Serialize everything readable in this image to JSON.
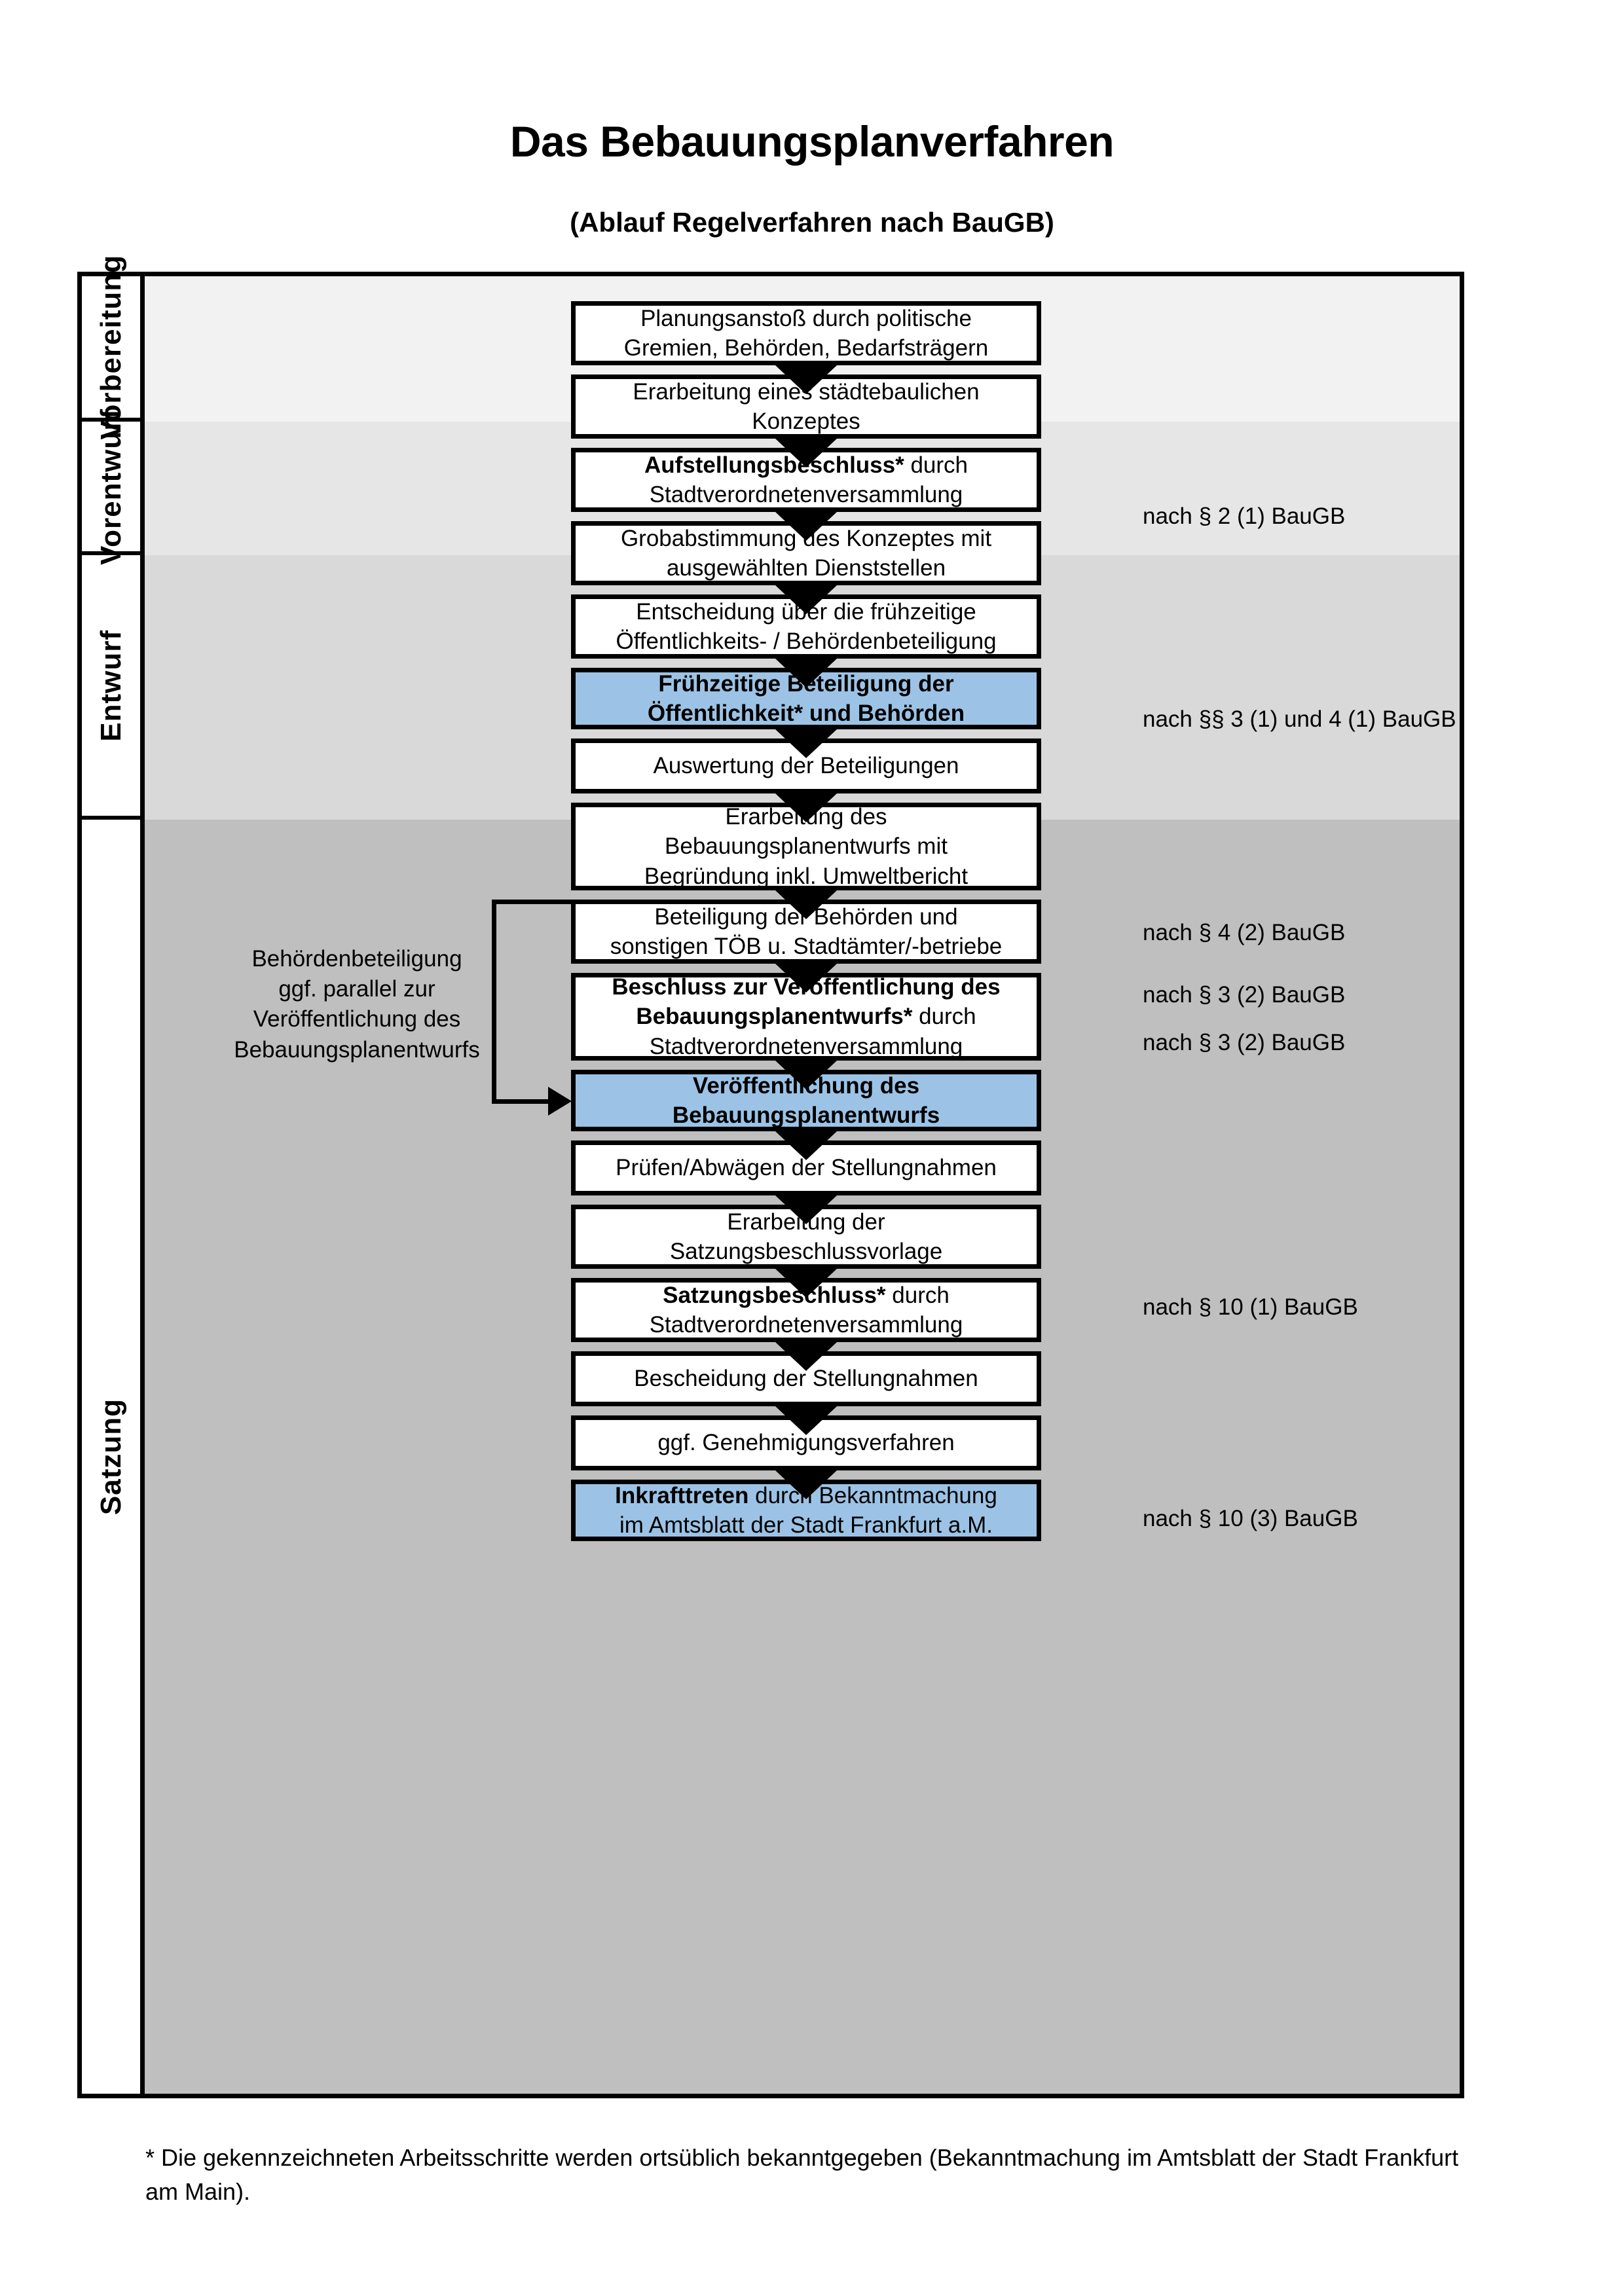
{
  "header": {
    "title": "Das Bebauungsplanverfahren",
    "subtitle": "(Ablauf Regelverfahren nach BauGB)"
  },
  "phases": [
    {
      "label": "Vorbereitung"
    },
    {
      "label": "Vorentwurf"
    },
    {
      "label": "Entwurf"
    },
    {
      "label": "Satzung"
    }
  ],
  "flow": {
    "nodes": [
      {
        "id": "planungsanstoss",
        "line1": "Planungsanstoß durch politische",
        "line2": "Gremien, Behörden, Bedarfsträgern",
        "highlight": false,
        "bold_prefix": ""
      },
      {
        "id": "staedtebauliches-konzept",
        "line1": "Erarbeitung eines städtebaulichen",
        "line2": "Konzeptes",
        "highlight": false,
        "bold_prefix": ""
      },
      {
        "id": "aufstellungsbeschluss",
        "line1": "Aufstellungsbeschluss* durch",
        "line2": "Stadtverordnetenversammlung",
        "highlight": false,
        "bold_prefix": "Aufstellungsbeschluss*"
      },
      {
        "id": "grobabstimmung",
        "line1": "Grobabstimmung des Konzeptes mit",
        "line2": "ausgewählten Dienststellen",
        "highlight": false,
        "bold_prefix": ""
      },
      {
        "id": "entscheidung-fruehzeitige",
        "line1": "Entscheidung über die frühzeitige",
        "line2": "Öffentlichkeits- / Behördenbeteiligung",
        "highlight": false,
        "bold_prefix": ""
      },
      {
        "id": "fruehzeitige-beteiligung",
        "line1": "Frühzeitige Beteiligung der",
        "line2": "Öffentlichkeit* und Behörden",
        "highlight": true,
        "bold_prefix": "all"
      },
      {
        "id": "auswertung-beteiligungen",
        "line1": "Auswertung der Beteiligungen",
        "line2": "",
        "highlight": false,
        "bold_prefix": ""
      },
      {
        "id": "erarbeitung-bplanentwurf",
        "line1": "Erarbeitung des",
        "line2": "Bebauungsplanentwurfs mit",
        "line3": "Begründung inkl. Umweltbericht",
        "highlight": false,
        "bold_prefix": ""
      },
      {
        "id": "beteiligung-behoerden-toeb",
        "line1": "Beteiligung der Behörden und",
        "line2": "sonstigen TÖB u. Stadtämter/-betriebe",
        "highlight": false,
        "bold_prefix": ""
      },
      {
        "id": "beschluss-veroeffentlichung",
        "line1": "Beschluss zur Veröffentlichung des",
        "line2": "Bebauungsplanentwurfs* durch",
        "line3": "Stadtverordnetenversammlung",
        "highlight": false,
        "bold_prefix": "Beschluss zur Veröffentlichung des Bebauungsplanentwurfs*"
      },
      {
        "id": "veroeffentlichung-bplanentwurf",
        "line1": "Veröffentlichung des",
        "line2": "Bebauungsplanentwurfs",
        "highlight": true,
        "bold_prefix": "all"
      },
      {
        "id": "pruefen-abwaegen",
        "line1": "Prüfen/Abwägen der Stellungnahmen",
        "line2": "",
        "highlight": false,
        "bold_prefix": ""
      },
      {
        "id": "satzungsbeschlussvorlage",
        "line1": "Erarbeitung der",
        "line2": "Satzungsbeschlussvorlage",
        "highlight": false,
        "bold_prefix": ""
      },
      {
        "id": "satzungsbeschluss",
        "line1": "Satzungsbeschluss* durch",
        "line2": "Stadtverordnetenversammlung",
        "highlight": false,
        "bold_prefix": "Satzungsbeschluss*"
      },
      {
        "id": "bescheidung-stellungnahmen",
        "line1": "Bescheidung der Stellungnahmen",
        "line2": "",
        "highlight": false,
        "bold_prefix": ""
      },
      {
        "id": "genehmigungsverfahren",
        "line1": "ggf. Genehmigungsverfahren",
        "line2": "",
        "highlight": false,
        "bold_prefix": ""
      },
      {
        "id": "inkrafttreten",
        "line1": "Inkrafttreten durch Bekanntmachung",
        "line2": "im Amtsblatt der Stadt Frankfurt a.M.",
        "highlight": true,
        "bold_prefix": "Inkrafttreten"
      }
    ]
  },
  "statute_notes": [
    {
      "id": "note-par2-1",
      "text": "nach § 2 (1) BauGB"
    },
    {
      "id": "note-par3-1-4-1",
      "text": "nach §§ 3 (1) und 4 (1) BauGB"
    },
    {
      "id": "note-par4-2",
      "text": "nach § 4 (2) BauGB"
    },
    {
      "id": "note-par3-2-a",
      "text": "nach § 3 (2) BauGB"
    },
    {
      "id": "note-par3-2-b",
      "text": "nach § 3 (2) BauGB"
    },
    {
      "id": "note-par10-1",
      "text": "nach § 10 (1) BauGB"
    },
    {
      "id": "note-par10-3",
      "text": "nach § 10 (3) BauGB"
    }
  ],
  "side_note": {
    "line1": "Behördenbeteiligung",
    "line2": "ggf. parallel zur",
    "line3": "Veröffentlichung des",
    "line4": "Bebauungsplanentwurfs"
  },
  "footnote": {
    "text": "* Die gekennzeichneten Arbeitsschritte werden ortsüblich bekanntgegeben (Bekanntmachung im Amtsblatt  der Stadt Frankfurt am Main)."
  },
  "colors": {
    "highlight_blue": "#9cc3e5",
    "band_vorbereitung": "#f2f2f2",
    "band_vorentwurf": "#e6e6e6",
    "band_entwurf": "#d9d9d9",
    "band_satzung": "#bfbfbf",
    "outline": "#000000"
  }
}
